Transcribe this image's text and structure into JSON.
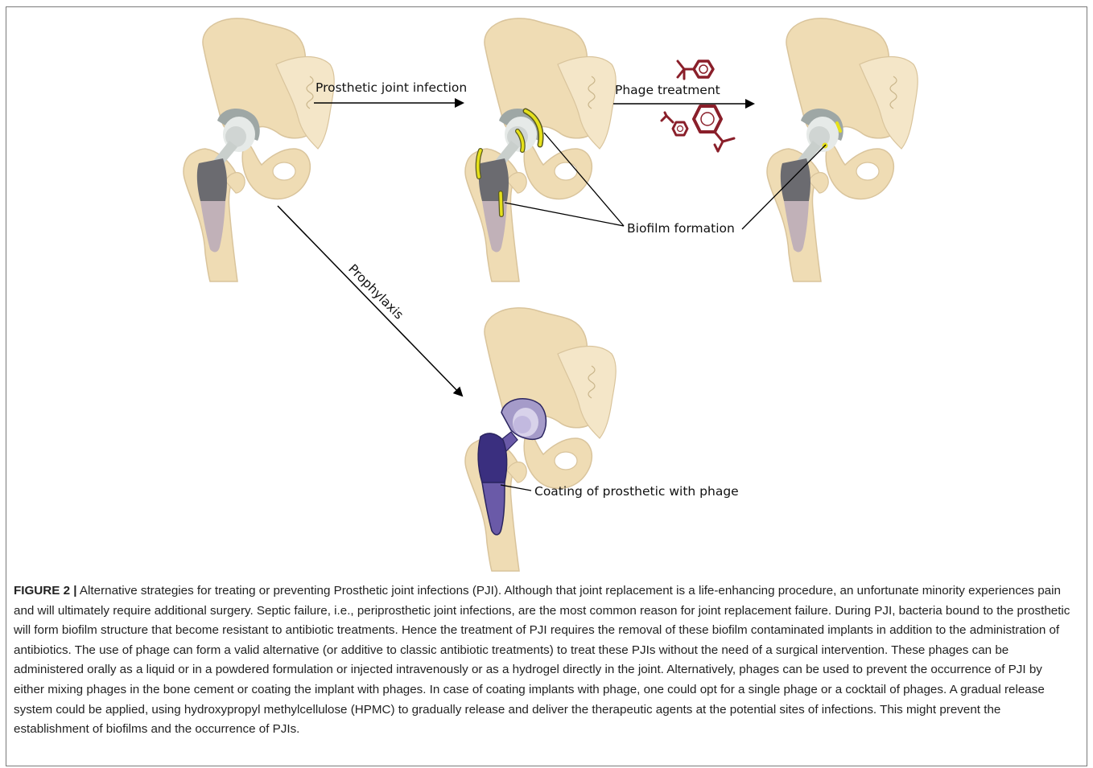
{
  "figure": {
    "labels": {
      "prosthetic_joint_infection": "Prosthetic joint infection",
      "phage_treatment": "Phage treatment",
      "biofilm_formation": "Biofilm formation",
      "prophylaxis": "Prophylaxis",
      "coating": "Coating of prosthetic with phage"
    },
    "colors": {
      "bone": "#efdcb4",
      "bone_outline": "#d9c49c",
      "implant_stem": "#6b6b70",
      "implant_head": "#c9cfcc",
      "cup": "#9ea7a5",
      "biofilm": "#e5e01a",
      "biofilm_outline": "#5a5a20",
      "phage": "#8a1f2a",
      "coated_stem": "#3a2f7f",
      "coated_head": "#a59bc9",
      "arrow": "#000000"
    },
    "icons": [
      "hip-joint-icon",
      "phage-icon"
    ]
  },
  "caption": {
    "label": "FIGURE 2 |",
    "text": " Alternative strategies for treating or preventing Prosthetic joint infections (PJI). Although that joint replacement is a life-enhancing procedure, an unfortunate minority experiences pain and will ultimately require additional surgery. Septic failure, i.e., periprosthetic joint infections, are the most common reason for joint replacement failure. During PJI, bacteria bound to the prosthetic will form biofilm structure that become resistant to antibiotic treatments. Hence the treatment of PJI requires the removal of these biofilm contaminated implants in addition to the administration of antibiotics. The use of phage can form a valid alternative (or additive to classic antibiotic treatments) to treat these PJIs without the need of a surgical intervention. These phages can be administered orally as a liquid or in a powdered formulation or injected intravenously or as a hydrogel directly in the joint. Alternatively, phages can be used to prevent the occurrence of PJI by either mixing phages in the bone cement or coating the implant with phages. In case of coating implants with phage, one could opt for a single phage or a cocktail of phages. A gradual release system could be applied, using hydroxypropyl methylcellulose (HPMC) to gradually release and deliver the therapeutic agents at the potential sites of infections. This might prevent the establishment of biofilms and the occurrence of PJIs."
  }
}
